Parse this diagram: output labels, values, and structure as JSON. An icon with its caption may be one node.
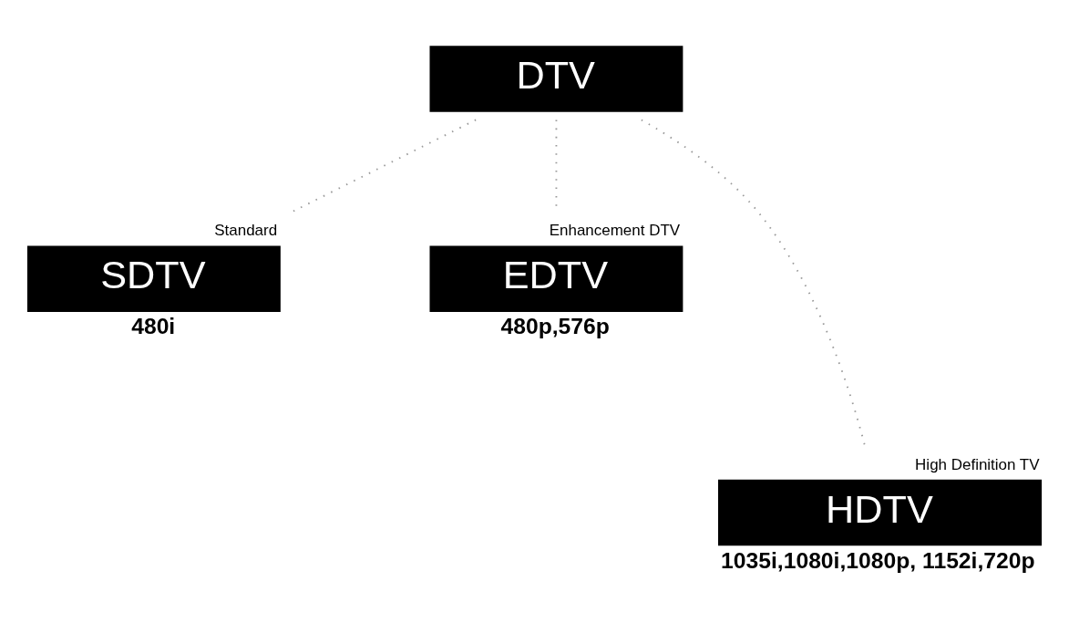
{
  "diagram": {
    "nodes": [
      {
        "text": [
          "DTV"
        ]
      },
      {
        "text": [
          "SDTV"
        ],
        "beside": [
          "Standard",
          "480i"
        ]
      },
      {
        "text": [
          "EDTV"
        ],
        "beside": [
          "Enhancement DTV",
          "480p,576p"
        ]
      },
      {
        "text": [
          "HDTV"
        ],
        "beside": [
          "High Definition TV",
          "1035i,1080i,1080p, 1152i,720p"
        ]
      }
    ],
    "edges": [
      {
        "from": 0,
        "to": 1,
        "arrow": "none"
      },
      {
        "from": 0,
        "to": 3,
        "arrow": "none"
      },
      {
        "from": 0,
        "to": 2,
        "arrow": "none"
      }
    ]
  }
}
